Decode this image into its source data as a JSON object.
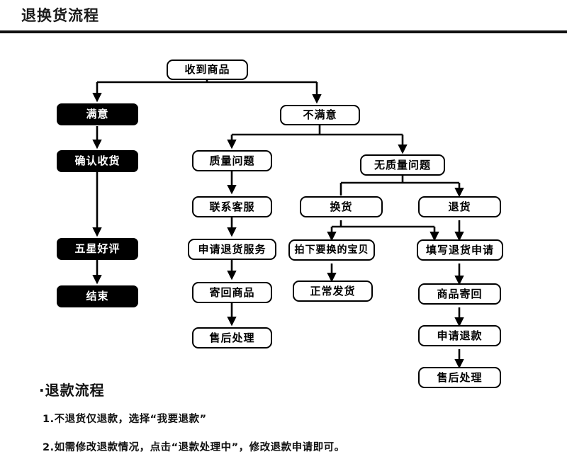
{
  "header": {
    "title": "退换货流程"
  },
  "flowchart": {
    "nodes": {
      "received": "收到商品",
      "satisfied": "满意",
      "confirm_receipt": "确认收货",
      "five_star": "五星好评",
      "end": "结束",
      "unsatisfied": "不满意",
      "quality_issue": "质量问题",
      "contact_service": "联系客服",
      "apply_return_service": "申请退货服务",
      "send_back_goods": "寄回商品",
      "after_sales_left": "售后处理",
      "no_quality_issue": "无质量问题",
      "exchange": "换货",
      "return": "退货",
      "buy_replacement": "拍下要换的宝贝",
      "normal_shipping": "正常发货",
      "fill_return_request": "填写退货申请",
      "goods_sent_back": "商品寄回",
      "apply_refund": "申请退款",
      "after_sales_right": "售后处理"
    }
  },
  "notes": {
    "heading": "·退款流程",
    "items": [
      "1.不退货仅退款，选择“我要退款”",
      "2.如需修改退款情况，点击“退款处理中”，修改退款申请即可。"
    ]
  },
  "colors": {
    "ink": "#000000",
    "paper": "#ffffff",
    "rule": "#111111"
  }
}
